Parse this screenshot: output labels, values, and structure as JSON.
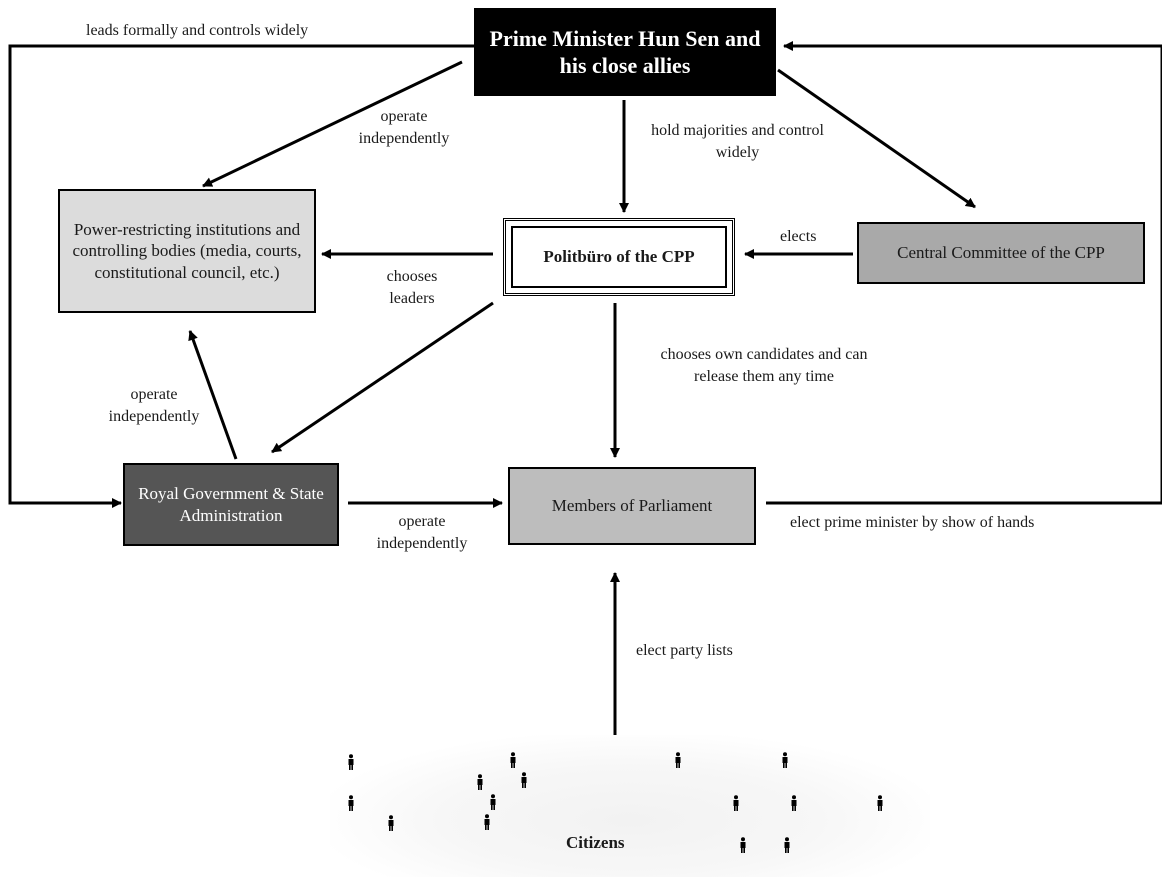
{
  "nodes": {
    "pm": "Prime Minister Hun Sen and his close allies",
    "power": "Power-restricting institutions and controlling bodies (media, courts, constitutional council, etc.)",
    "polit": "Politbüro of the CPP",
    "cc": "Central Committee of the CPP",
    "royal": "Royal Government & State Administration",
    "mp": "Members of Parliament",
    "citizens": "Citizens"
  },
  "edges": {
    "leads": "leads formally and controls widely",
    "operate_pm_power": "operate independently",
    "hold": "hold majorities and control widely",
    "chooses_leaders": "chooses leaders",
    "elects": "elects",
    "chooses_own": "chooses own candidates and can release them any time",
    "operate_royal_power": "operate independently",
    "operate_royal_mp": "operate independently",
    "elect_pm": "elect prime minister by show of hands",
    "elect_lists": "elect party lists"
  }
}
